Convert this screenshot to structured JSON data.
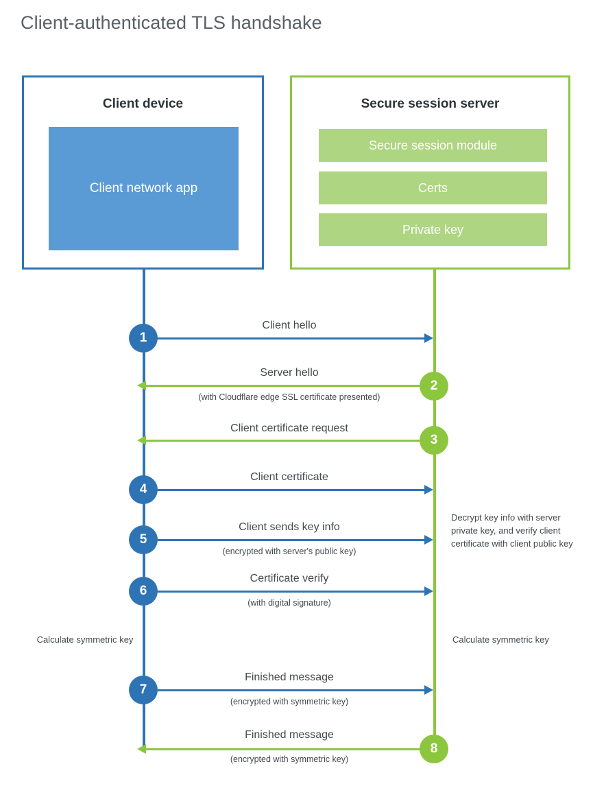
{
  "title": "Client-authenticated TLS handshake",
  "parties": {
    "client": {
      "name": "Client device",
      "app_label": "Client network app",
      "color": "#2e74b5",
      "app_color": "#5b9bd5"
    },
    "server": {
      "name": "Secure session server",
      "color": "#8cc63e",
      "bar_color": "#aed581",
      "components": [
        "Secure session module",
        "Certs",
        "Private key"
      ]
    }
  },
  "steps": [
    {
      "number": "1",
      "label": "Client hello",
      "sublabel": "",
      "direction": "client-to-server",
      "color": "#2e74b5"
    },
    {
      "number": "2",
      "label": "Server hello",
      "sublabel": "(with Cloudflare edge SSL certificate presented)",
      "direction": "server-to-client",
      "color": "#8cc63e"
    },
    {
      "number": "3",
      "label": "Client certificate request",
      "sublabel": "",
      "direction": "server-to-client",
      "color": "#8cc63e"
    },
    {
      "number": "4",
      "label": "Client certificate",
      "sublabel": "",
      "direction": "client-to-server",
      "color": "#2e74b5"
    },
    {
      "number": "5",
      "label": "Client sends key info",
      "sublabel": "(encrypted with server's public key)",
      "direction": "client-to-server",
      "color": "#2e74b5"
    },
    {
      "number": "6",
      "label": "Certificate verify",
      "sublabel": "(with digital signature)",
      "direction": "client-to-server",
      "color": "#2e74b5"
    },
    {
      "number": "7",
      "label": "Finished message",
      "sublabel": "(encrypted with symmetric key)",
      "direction": "client-to-server",
      "color": "#2e74b5"
    },
    {
      "number": "8",
      "label": "Finished message",
      "sublabel": "(encrypted with symmetric key)",
      "direction": "server-to-client",
      "color": "#8cc63e"
    }
  ],
  "annotations": {
    "server_decrypt": "Decrypt key info with server private key, and verify client certificate with client public key",
    "client_calculate": "Calculate symmetric key",
    "server_calculate": "Calculate symmetric key"
  }
}
